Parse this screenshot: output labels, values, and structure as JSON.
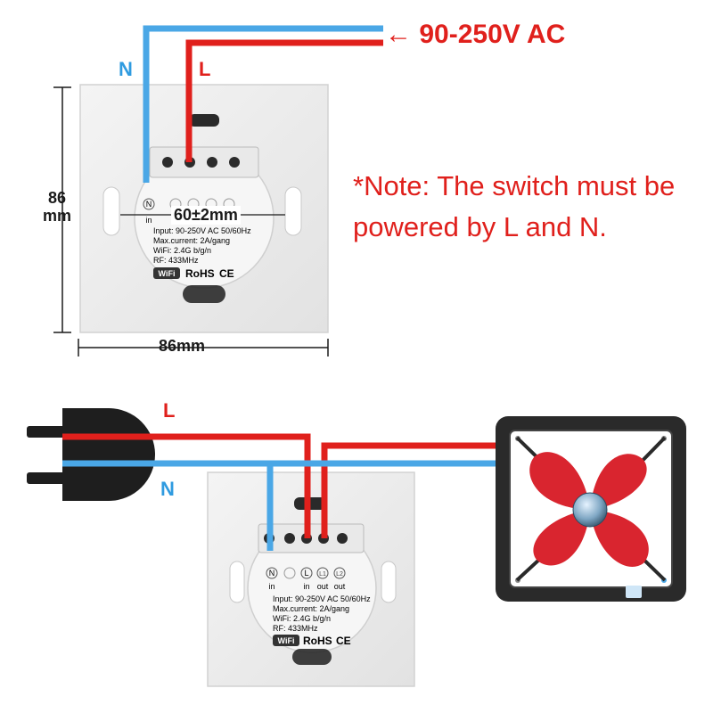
{
  "supply_label": "← 90-250V AC",
  "note": "*Note: The switch must be powered by L and N.",
  "top_wiring": {
    "neutral_label": "N",
    "live_label": "L"
  },
  "dimensions": {
    "height_value": "86",
    "height_unit": "mm",
    "width": "86mm",
    "hole_spacing": "60±2mm"
  },
  "bottom_wiring": {
    "live_label": "L",
    "neutral_label": "N",
    "load": "fan"
  },
  "switch_label": {
    "input": "Input: 90-250V AC 50/60Hz",
    "max_current": "Max.current: 2A/gang",
    "wifi": "WiFi: 2.4G b/g/n",
    "rf": "RF: 433MHz",
    "wifi_logo": "WiFi",
    "rohs": "RoHS",
    "ce": "CE"
  },
  "terminals_top": {
    "n": "N",
    "in": "in"
  },
  "terminals_bottom": {
    "n": "N",
    "l": "L",
    "l1": "L1",
    "l2": "L2",
    "in_n": "in",
    "in_l": "in",
    "out1": "out",
    "out2": "out"
  },
  "colors": {
    "live": "#e0201c",
    "neutral": "#4aa7e6",
    "plate": "#ececec",
    "module": "#f6f6f6",
    "plug": "#1e1e1e",
    "fan_blade": "#d9252f",
    "fan_frame": "#2a2a2a"
  }
}
